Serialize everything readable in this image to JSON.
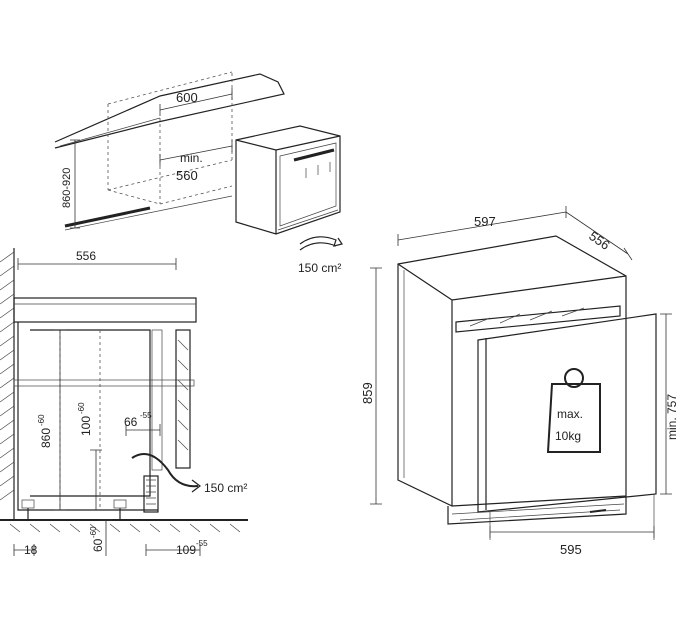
{
  "top_view": {
    "width": "600",
    "niche_depth_label": "min.",
    "niche_depth": "560",
    "height_range": "860-920",
    "vent_area": "150 cm²"
  },
  "section_view": {
    "depth": "556",
    "height": "860",
    "height_tol": "-60",
    "mid_height": "100",
    "mid_height_tol": "-60",
    "gap": "66",
    "gap_tol": "-55",
    "vent_area": "150 cm²",
    "bottom_left": "18",
    "bottom_height": "60",
    "bottom_height_tol": "-60",
    "bottom_right": "109",
    "bottom_right_tol": "-55"
  },
  "appliance_view": {
    "width": "597",
    "depth": "556",
    "height": "859",
    "door_height": "min. 757",
    "door_width": "595",
    "max_load_line1": "max.",
    "max_load_line2": "10kg"
  }
}
